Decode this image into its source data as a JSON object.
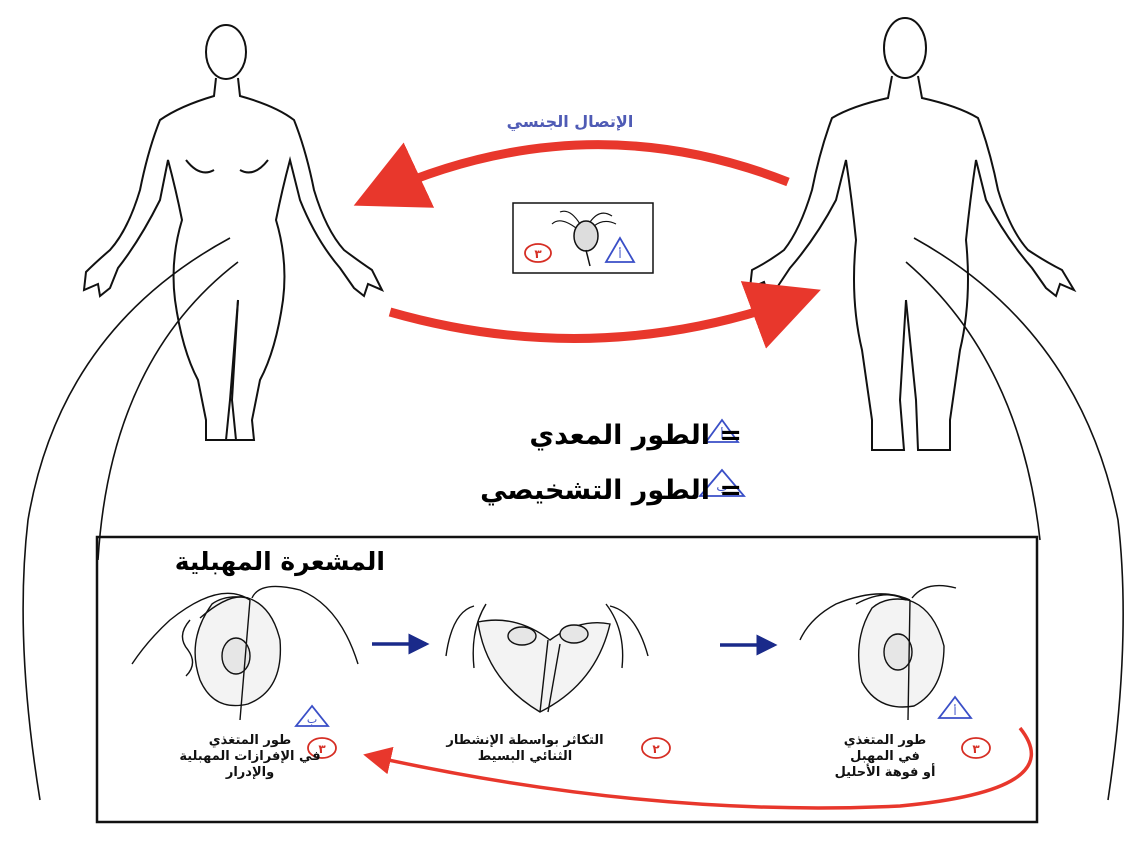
{
  "top_label": "الإتصال الجنسي",
  "legend": {
    "a_marker": "أ",
    "a_text": "= الطور المعدي",
    "b_marker": "ب",
    "b_text": "= الطور التشخيصي"
  },
  "box": {
    "title": "المشعرة المهبلية",
    "left_caption": [
      "طور المتغذي",
      "في الإفرازات المهبلية",
      "والإدرار"
    ],
    "left_num": "٣",
    "left_marker": "ب",
    "mid_caption": [
      "التكاثر بواسطة الإنشطار",
      "الثنائي البسيط"
    ],
    "mid_num": "٢",
    "right_caption": [
      "طور المتغذي",
      "في المهبل",
      "أو فوهة الأحليل"
    ],
    "right_num": "٣",
    "right_marker": "أ"
  },
  "center_icon": {
    "num": "٣",
    "marker": "أ"
  },
  "colors": {
    "arrow_red": "#e8372c",
    "arrow_blue": "#1a2a8a",
    "marker_blue": "#3a4fc7",
    "text_blue": "#4f5bb5"
  }
}
